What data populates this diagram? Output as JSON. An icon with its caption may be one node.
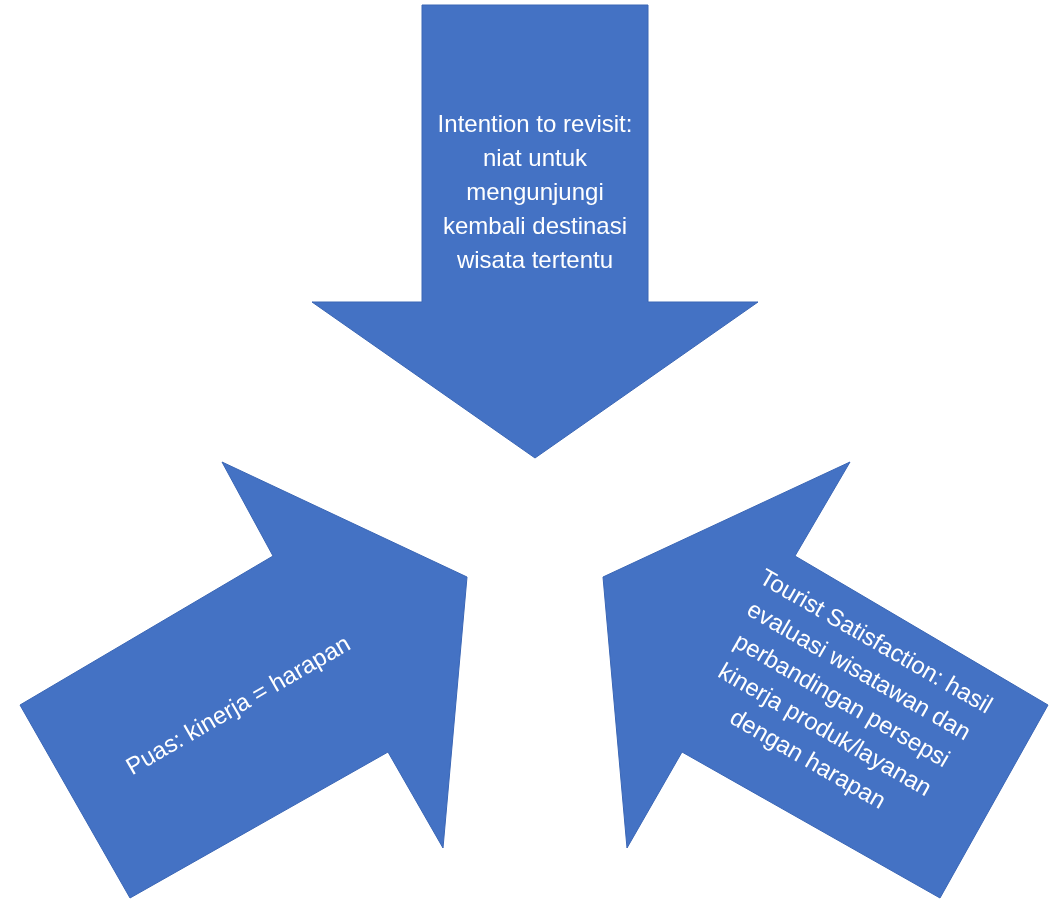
{
  "diagram": {
    "nodes": [
      {
        "text": [
          "Intention to revisit: niat untuk mengunjungi kembali destinasi wisata tertentu"
        ]
      },
      {
        "text": [
          "Puas: kinerja = harapan"
        ]
      },
      {
        "text": [
          "Tourist Satisfaction: hasil evaluasi wisatawan dan perbandingan persepsi kinerja produk/layanan dengan harapan"
        ]
      }
    ]
  }
}
